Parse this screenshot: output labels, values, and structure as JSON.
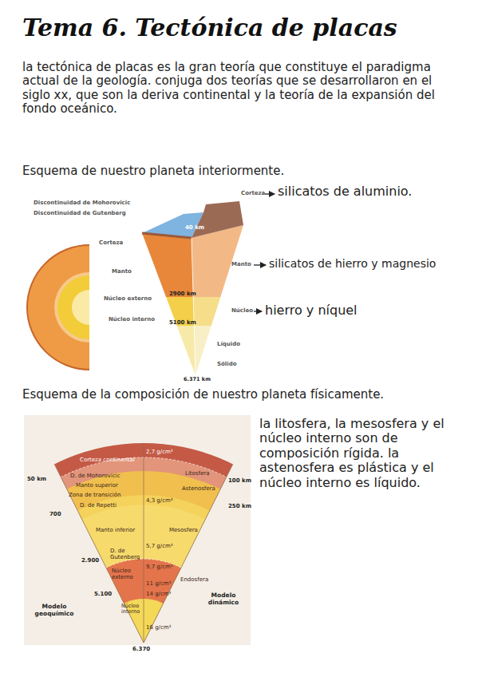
{
  "diagram": {
    "title": "Tema 6. Tectónica de placas",
    "labels": [
      "la tectónica de placas es la gran teoría que constituye el paradigma actual de la geología. conjuga dos teorías que se desarrollaron en el siglo xx, que son la deriva continental y la teoría de la expansión del fondo oceánico.",
      "Esquema de nuestro planeta interiormente.",
      "Discontinuidad de Mohorovicic",
      "Discontinuidad de Gutenberg",
      "Corteza",
      "Manto",
      "Núcleo externo",
      "Núcleo interno",
      "40 km",
      "2900 km",
      "5100 km",
      "6.371 km",
      "Corteza",
      "silicatos de aluminio.",
      "Manto",
      "silicatos de hierro y magnesio",
      "Núcleo",
      "hierro y níquel",
      "Líquido",
      "Sólido",
      "Esquema de la composición de nuestro planeta físicamente.",
      "la litosfera, la mesosfera y el núcleo interno son de composición rígida. la astenosfera es plástica y el núcleo interno es líquido.",
      "Corteza continental",
      "2,7 g/cm³",
      "D. de Mohorovicic",
      "Manto superior",
      "Zona de transición",
      "D. de Repetti",
      "4,3 g/cm³",
      "Manto inferior",
      "5,7 g/cm³",
      "D. de Gutenberg",
      "9,7 g/cm³",
      "Núcleo externo",
      "11 g/cm³",
      "14 g/cm³",
      "Núcleo interno",
      "16 g/cm³",
      "Litosfera",
      "Astenosfera",
      "Mesosfera",
      "Endosfera",
      "50 km",
      "700",
      "2.900",
      "5.100",
      "6.370",
      "100 km",
      "250 km",
      "Modelo geoquímico",
      "Modelo dinámico"
    ]
  }
}
